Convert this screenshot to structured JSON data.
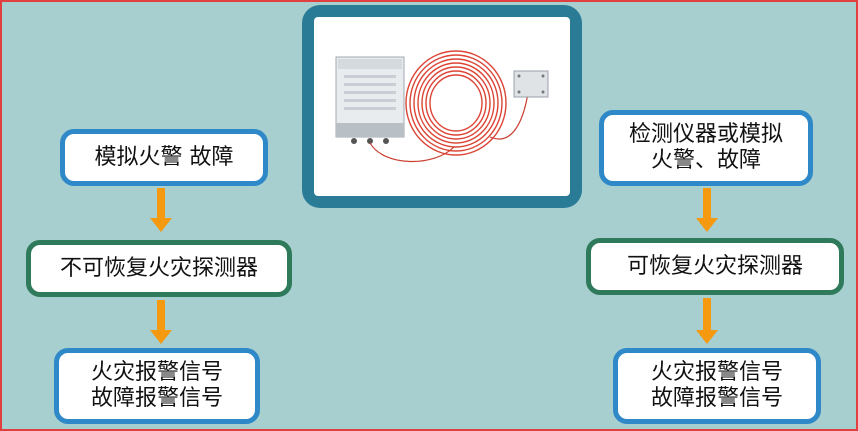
{
  "left": {
    "box1": "模拟火警  故障",
    "box2": "不可恢复火灾探测器",
    "box3": "火灾报警信号\n故障报警信号"
  },
  "right": {
    "box1": "检测仪器或模拟\n火警、故障",
    "box2": "可恢复火灾探测器",
    "box3": "火灾报警信号\n故障报警信号"
  },
  "colors": {
    "background": "#a7cfcf",
    "outer_border": "#e04040",
    "blue_border": "#2f88c8",
    "green_border": "#2e7a5a",
    "arrow": "#f59a10",
    "photo_frame": "#2a7c96",
    "cable": "#d83020"
  },
  "photo": {
    "description_icon": "linear-heat-detector-photo"
  }
}
